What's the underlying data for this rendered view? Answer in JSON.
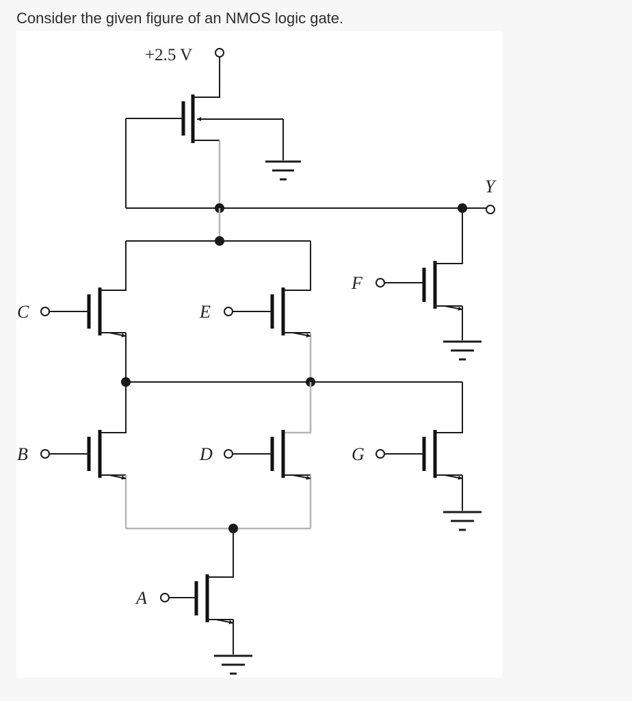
{
  "question": "Consider the given figure of an NMOS logic gate.",
  "circuit": {
    "supply_label": "+2.5 V",
    "output_label": "Y",
    "inputs": {
      "a": "A",
      "b": "B",
      "c": "C",
      "d": "D",
      "e": "E",
      "f": "F",
      "g": "G"
    }
  }
}
